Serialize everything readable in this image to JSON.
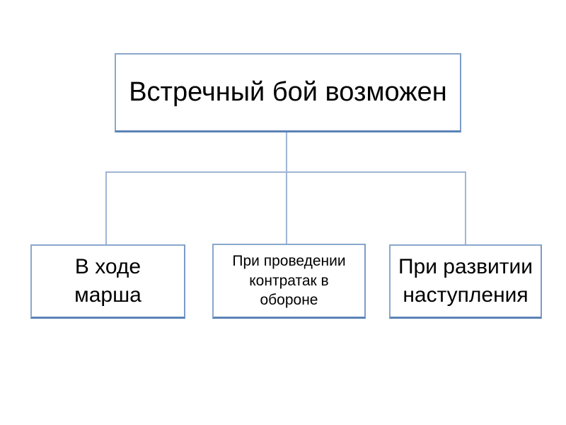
{
  "diagram": {
    "title": "Встречный бой возможен",
    "root": {
      "label": "Встречный бой возможен"
    },
    "children": [
      {
        "label": "В ходе\nмарша"
      },
      {
        "label": "При проведении\nконтратак в\nобороне"
      },
      {
        "label": "При развитии\nнаступления"
      }
    ],
    "colors": {
      "background": "#FFFFFF",
      "box_border": "#8AA7CD",
      "box_border_dark": "#5B83B6",
      "connector": "#9FB5D5",
      "text": "#000000"
    },
    "structure": {
      "type": "tree",
      "root_to_children": [
        "root->child-1",
        "root->child-2",
        "root->child-3"
      ]
    }
  }
}
